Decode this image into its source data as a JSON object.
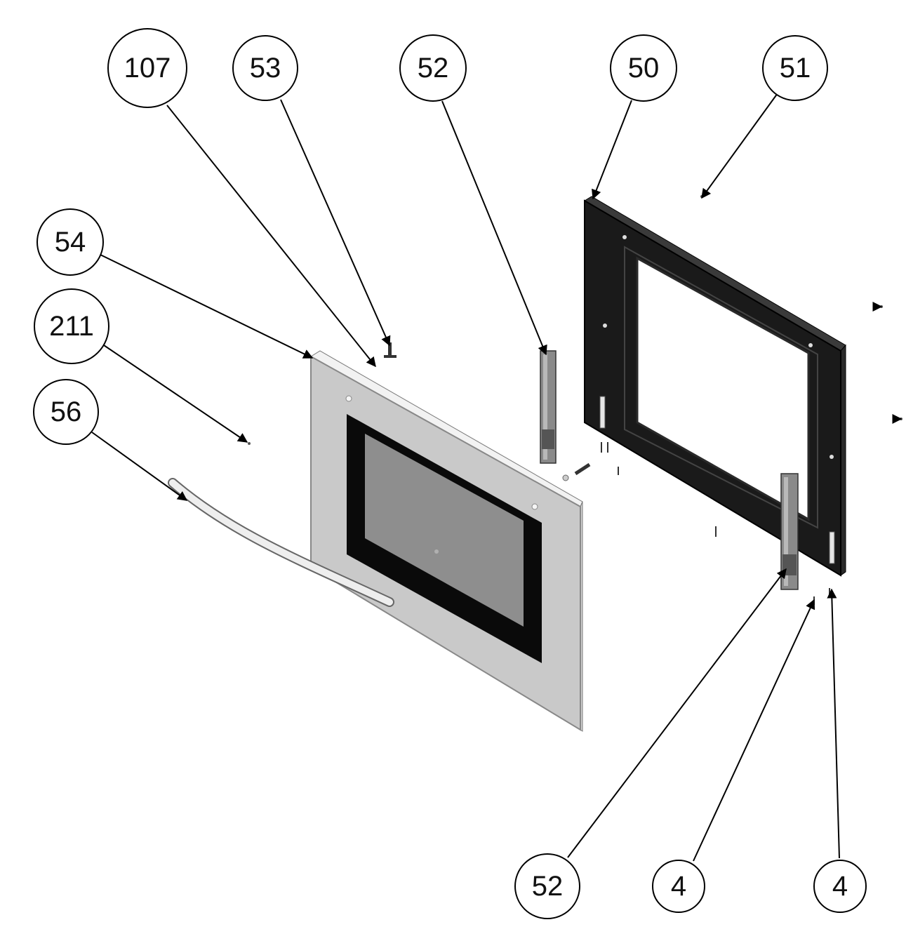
{
  "callouts": [
    {
      "id": "c107",
      "label": "107"
    },
    {
      "id": "c53",
      "label": "53"
    },
    {
      "id": "c52a",
      "label": "52"
    },
    {
      "id": "c50",
      "label": "50"
    },
    {
      "id": "c51",
      "label": "51"
    },
    {
      "id": "c54",
      "label": "54"
    },
    {
      "id": "c211",
      "label": "211"
    },
    {
      "id": "c56",
      "label": "56"
    },
    {
      "id": "c52b",
      "label": "52"
    },
    {
      "id": "c4a",
      "label": "4"
    },
    {
      "id": "c4b",
      "label": "4"
    }
  ],
  "colors": {
    "outer_glass_frame": "#c9c9c9",
    "outer_glass_pane": "#8e8e8e",
    "black_trim": "#0a0a0a",
    "inner_panel": "#1a1a1a",
    "hinge": "#8a8a8a",
    "handle": "#e8e8e8"
  }
}
